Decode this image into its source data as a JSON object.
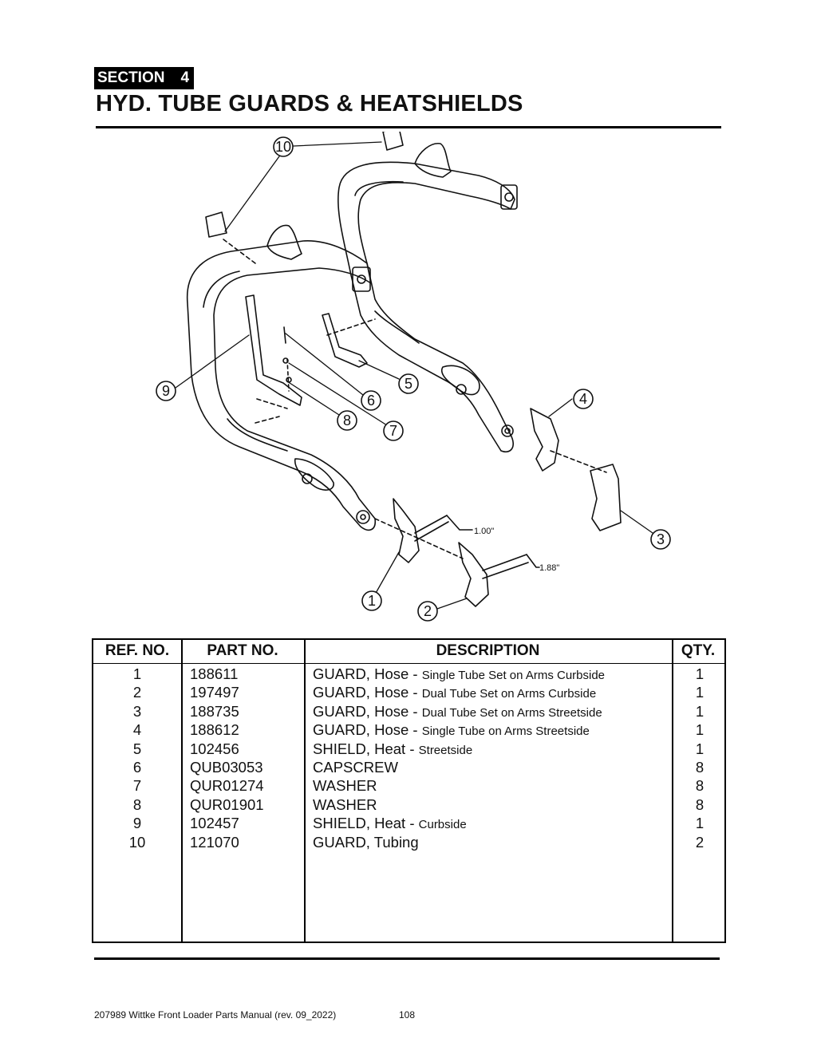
{
  "header": {
    "section_label": "SECTION",
    "section_number": "4",
    "title": "HYD. TUBE GUARDS & HEATSHIELDS"
  },
  "diagram": {
    "callouts": [
      "1",
      "2",
      "3",
      "4",
      "5",
      "6",
      "7",
      "8",
      "9",
      "10"
    ],
    "dimensions": [
      "1.00\"",
      "1.88\""
    ]
  },
  "table": {
    "headers": {
      "ref": "REF. NO.",
      "part": "PART NO.",
      "desc": "DESCRIPTION",
      "qty": "QTY."
    },
    "rows": [
      {
        "ref": "1",
        "part": "188611",
        "desc": "GUARD, Hose -",
        "desc_sub": "Single Tube Set on Arms Curbside",
        "qty": "1"
      },
      {
        "ref": "2",
        "part": "197497",
        "desc": "GUARD, Hose -",
        "desc_sub": "Dual Tube Set on Arms Curbside",
        "qty": "1"
      },
      {
        "ref": "3",
        "part": "188735",
        "desc": "GUARD, Hose -",
        "desc_sub": "Dual Tube Set on Arms Streetside",
        "qty": "1"
      },
      {
        "ref": "4",
        "part": "188612",
        "desc": "GUARD, Hose -",
        "desc_sub": "Single Tube on Arms Streetside",
        "qty": "1"
      },
      {
        "ref": "5",
        "part": "102456",
        "desc": "SHIELD, Heat -",
        "desc_sub": "Streetside",
        "qty": "1"
      },
      {
        "ref": "6",
        "part": "QUB03053",
        "desc": "CAPSCREW",
        "desc_sub": "",
        "qty": "8"
      },
      {
        "ref": "7",
        "part": "QUR01274",
        "desc": "WASHER",
        "desc_sub": "",
        "qty": "8"
      },
      {
        "ref": "8",
        "part": "QUR01901",
        "desc": "WASHER",
        "desc_sub": "",
        "qty": "8"
      },
      {
        "ref": "9",
        "part": "102457",
        "desc": "SHIELD, Heat -",
        "desc_sub": "Curbside",
        "qty": "1"
      },
      {
        "ref": "10",
        "part": "121070",
        "desc": "GUARD, Tubing",
        "desc_sub": "",
        "qty": "2"
      }
    ]
  },
  "footer": {
    "manual": "207989 Wittke Front Loader Parts Manual (rev. 09_2022)",
    "page_number": "108"
  }
}
